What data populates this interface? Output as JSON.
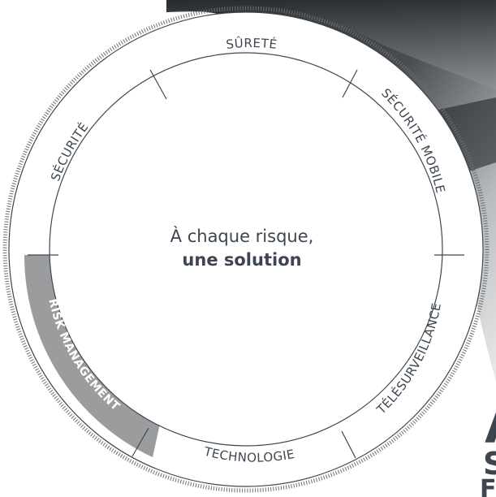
{
  "center": {
    "line1": "À chaque risque,",
    "line2": "une solution"
  },
  "segments": [
    {
      "label": "SÛRETÉ",
      "active": false
    },
    {
      "label": "SÉCURITÉ MOBILE",
      "active": false
    },
    {
      "label": "TÉLÉSURVEILLANCE",
      "active": false
    },
    {
      "label": "TECHNOLOGIE",
      "active": false
    },
    {
      "label": "RISK MANAGEMENT",
      "active": true
    },
    {
      "label": "SÉCURITÉ",
      "active": false
    }
  ],
  "edge_text": {
    "big_letter": "A",
    "s_letter": "S",
    "f_letter": "F"
  },
  "colors": {
    "ring_stroke": "#3d4650",
    "active_fill": "#9b9c9e",
    "text": "#3d4650",
    "photo_dark": "#2b2e31"
  }
}
